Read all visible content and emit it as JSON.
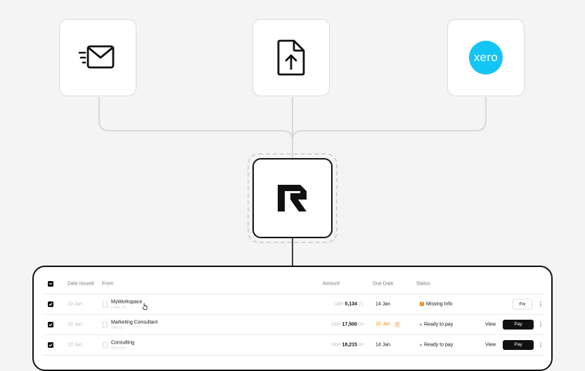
{
  "sources": [
    {
      "name": "email",
      "icon": "mail-icon"
    },
    {
      "name": "upload",
      "icon": "file-upload-icon"
    },
    {
      "name": "xero",
      "icon": "xero-logo",
      "logo_text": "xero",
      "color": "#13c5f5"
    }
  ],
  "hub": {
    "icon": "r-logo"
  },
  "table": {
    "columns": {
      "date": "Date Issued",
      "from": "From",
      "amount": "Amount",
      "due": "Due Date",
      "status": "Status"
    },
    "rows": [
      {
        "date": "10 Jan",
        "from": "MyWorkspace",
        "from_sub": "FAWE_07",
        "currency": "GBP",
        "amount": "5,134",
        "cents": ".21",
        "due": "14 Jan",
        "status": "Missing Info",
        "status_icon": "warning-icon",
        "action": "Fix"
      },
      {
        "date": "10 Jan",
        "from": "Marketing Consultant",
        "from_sub": "INV023",
        "currency": "GBP",
        "amount": "17,500",
        "cents": ".00",
        "due": "10 Jan",
        "due_flag": "!",
        "status": "Ready to pay",
        "view": "View",
        "action": "Pay"
      },
      {
        "date": "10 Jan",
        "from": "Consulting",
        "from_sub": "SS01031",
        "currency": "GBP",
        "amount": "18,215",
        "cents": ".00",
        "due": "14 Jan",
        "status": "Ready to pay",
        "view": "View",
        "action": "Pay"
      }
    ],
    "more": "⋮"
  },
  "colors": {
    "background": "#f4f4f4",
    "accent_dark": "#111111",
    "warning": "#f08c1a",
    "xero": "#13c5f5"
  }
}
